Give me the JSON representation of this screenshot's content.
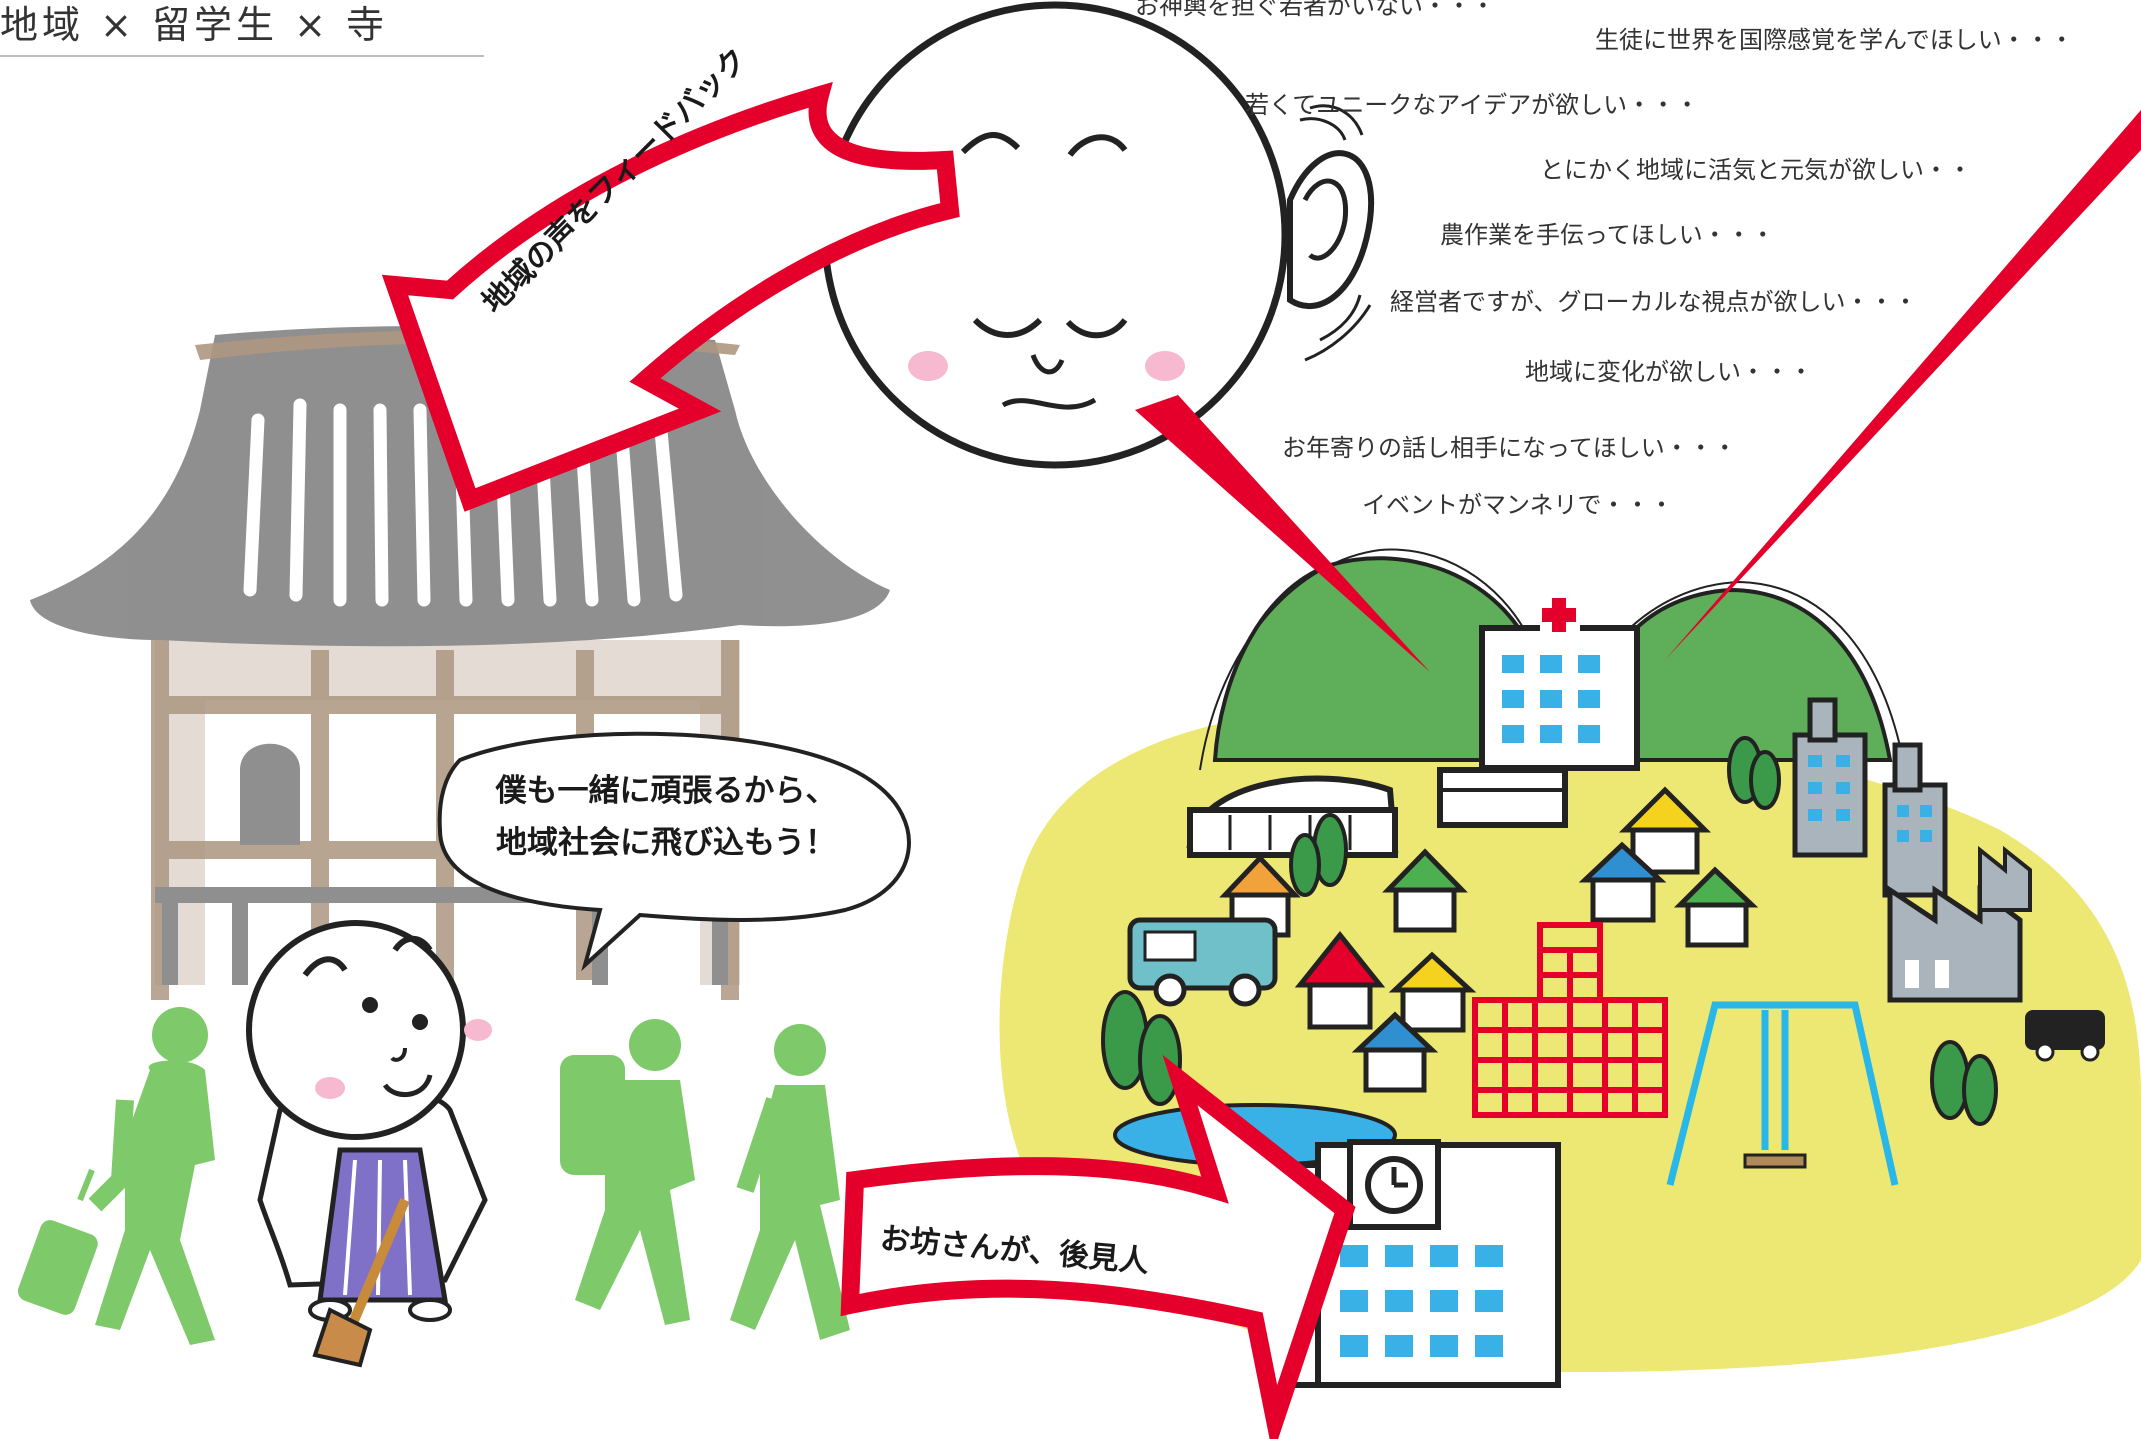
{
  "title": "地域 × 留学生 × 寺",
  "voices": [
    "お神輿を担ぐ若者がいない・・・",
    "生徒に世界を国際感覚を学んでほしい・・・",
    "若くてユニークなアイデアが欲しい・・・",
    "とにかく地域に活気と元気が欲しい・・",
    "農作業を手伝ってほしい・・・",
    "経営者ですが、グローカルな視点が欲しい・・・",
    "地域に変化が欲しい・・・",
    "お年寄りの話し相手になってほしい・・・",
    "イベントがマンネリで・・・"
  ],
  "feedback_arrow_label": "地域の声をフィードバック",
  "speech_bubble": {
    "line1": "僕も一緒に頑張るから、",
    "line2": "地域社会に飛び込もう！"
  },
  "mentor_arrow_label": "お坊さんが、後見人",
  "colors": {
    "arrow_red": "#e4002b",
    "traveler_green": "#7ec96a",
    "hill_green": "#5fae5a",
    "ground_yellow": "#ece873",
    "temple_gray": "#8a8a8a",
    "temple_brown": "#a8917a",
    "house_orange": "#f2a23a",
    "house_green": "#4caf50",
    "house_blue": "#2f8fd0",
    "house_yellow": "#f5d21e",
    "house_red": "#e4002b",
    "swing_blue": "#29b6e8",
    "cheek_pink": "#f6b9cf"
  }
}
